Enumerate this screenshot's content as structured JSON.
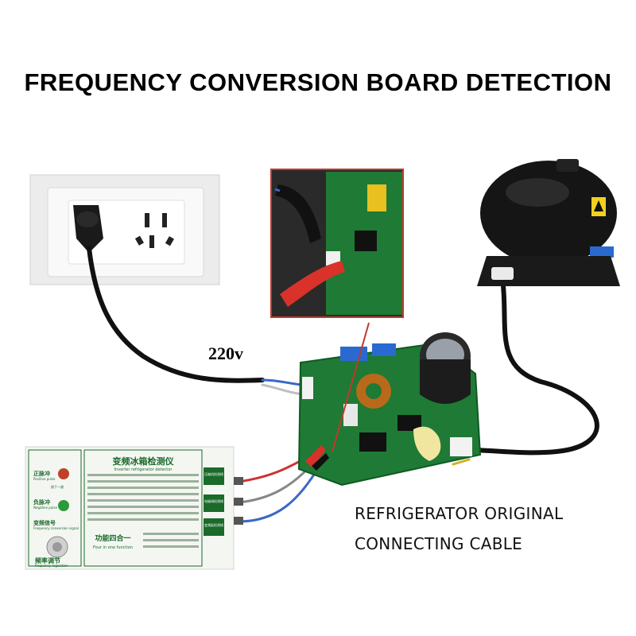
{
  "title": "FREQUENCY CONVERSION BOARD DETECTION",
  "voltage_label": "220v",
  "caption": {
    "line1": "REFRIGERATOR ORIGINAL",
    "line2": "CONNECTING CABLE"
  },
  "device": {
    "title_cn": "变频冰箱检测仪",
    "title_en": "Inverter refrigerator detector",
    "left_labels": [
      {
        "cn": "正脉冲",
        "en": "Positive pulse"
      },
      {
        "cn": "负脉冲",
        "en": "Negative pulse"
      },
      {
        "cn": "变频信号",
        "en": "Frequency conversion signal"
      }
    ],
    "knob_cn": "频率调节",
    "knob_en": "frequency regulation",
    "function_cn": "功能四合一",
    "function_en": "Four in one function",
    "right_tabs": [
      "压缩机检测线",
      "电磁阀检测线",
      "变频板检测线"
    ],
    "button_sub": "按下一键"
  },
  "colors": {
    "board_green": "#1e7a34",
    "clip_red": "#d8322a",
    "device_green": "#1a6a2a",
    "inset_border": "#c0392b",
    "compressor": "#151515"
  },
  "icons": [
    "wall-socket-icon",
    "compressor-icon",
    "circuit-board-icon",
    "alligator-clip-icon"
  ]
}
